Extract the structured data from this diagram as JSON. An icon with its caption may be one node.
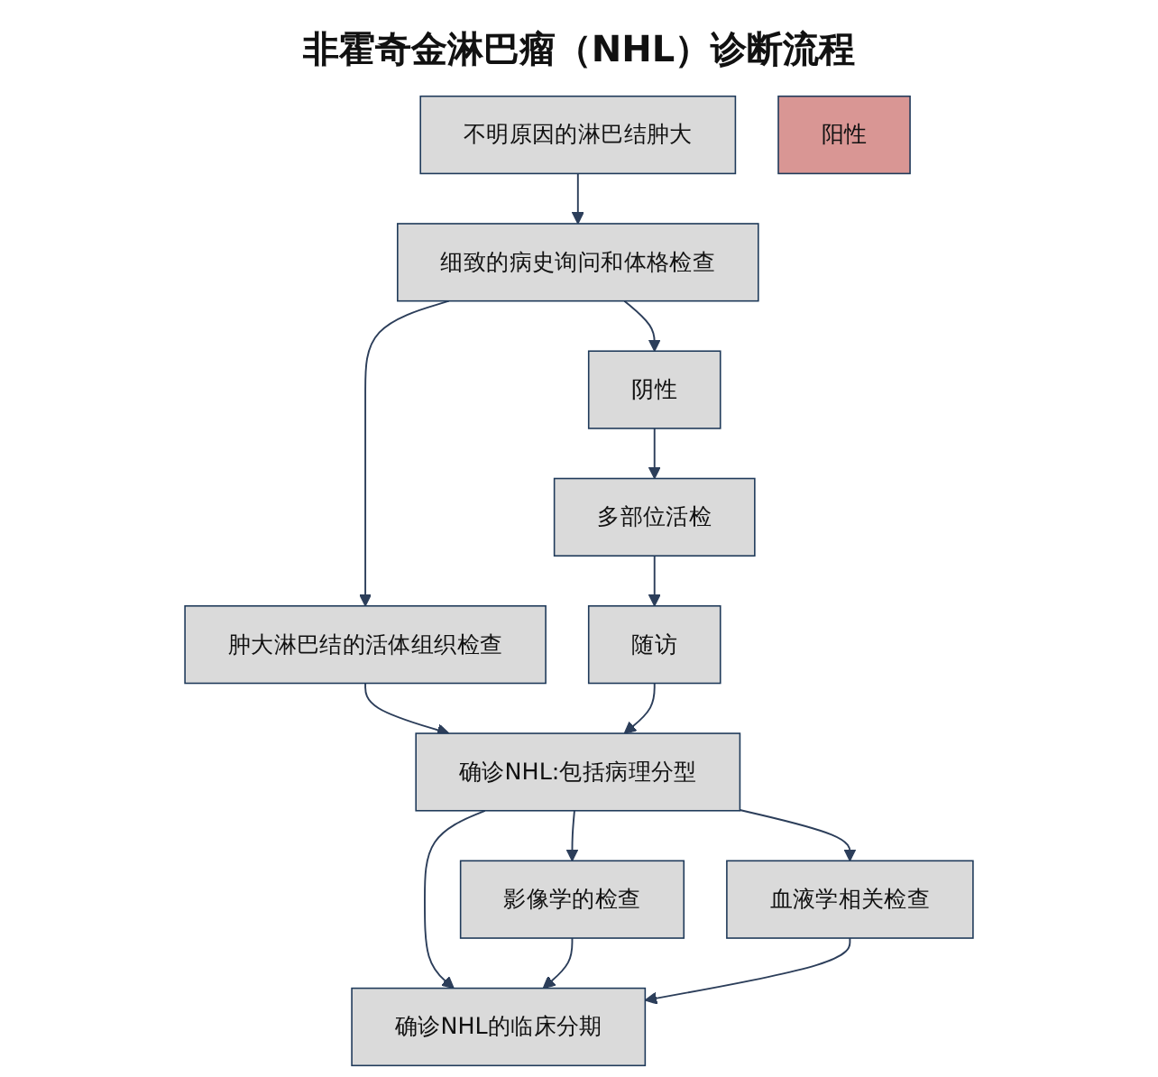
{
  "diagram": {
    "title": "非霍奇金淋巴瘤（NHL）诊断流程",
    "nodes": [
      {
        "text": [
          "不明原因的淋巴结肿大"
        ]
      },
      {
        "text": [
          "细致的病史询问和体格检查"
        ]
      },
      {
        "text": [
          "阴性"
        ]
      },
      {
        "text": [
          "肿大淋巴结的活体组织检查"
        ]
      },
      {
        "text": [
          "多部位活检"
        ]
      },
      {
        "text": [
          "阳性"
        ]
      },
      {
        "text": [
          "确诊NHL:包括病理分型"
        ]
      },
      {
        "text": [
          "随访"
        ]
      },
      {
        "text": [
          "影像学的检查"
        ]
      },
      {
        "text": [
          "血液学相关检查"
        ]
      },
      {
        "text": [
          "确诊NHL的临床分期"
        ]
      }
    ],
    "edges": [
      {
        "from": 0,
        "to": 1,
        "arrow": "to"
      },
      {
        "from": 1,
        "to": 2,
        "arrow": "to"
      },
      {
        "from": 1,
        "to": 3,
        "arrow": "to"
      },
      {
        "from": 2,
        "to": 4,
        "arrow": "to"
      },
      {
        "from": 3,
        "to": 6,
        "arrow": "to"
      },
      {
        "from": 4,
        "to": 7,
        "arrow": "to"
      },
      {
        "from": 7,
        "to": 6,
        "arrow": "to"
      },
      {
        "from": 6,
        "to": 8,
        "arrow": "to"
      },
      {
        "from": 6,
        "to": 9,
        "arrow": "to"
      },
      {
        "from": 6,
        "to": 10,
        "arrow": "to"
      },
      {
        "from": 8,
        "to": 10,
        "arrow": "to"
      },
      {
        "from": 9,
        "to": 10,
        "arrow": "to"
      }
    ]
  }
}
